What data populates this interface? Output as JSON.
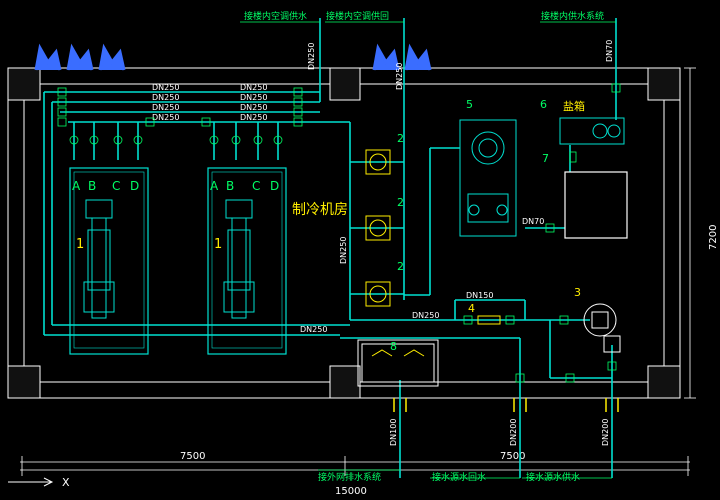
{
  "title": "制冷机房",
  "pipe_labels": {
    "top_supply": "接楼内空调供水",
    "top_return": "接楼内空调供回",
    "top_right": "接楼内供水系统",
    "bottom_drain": "接外网排水系统",
    "bottom_return": "接水源水回水",
    "bottom_supply": "接水源水供水"
  },
  "salt_box": "盐箱",
  "dims": {
    "left_span": "7500",
    "right_span": "7500",
    "total": "15000",
    "height": "7200",
    "x_axis": "X"
  },
  "dn": {
    "dn250": "DN250",
    "dn150": "DN150",
    "dn100": "DN100",
    "dn200": "DN200",
    "dn70": "DN70"
  },
  "chiller_ports": [
    "A",
    "B",
    "C",
    "D"
  ],
  "chiller_id": "1",
  "equipment_numbers": {
    "pump": "2",
    "tank5": "5",
    "salt6": "6",
    "softener7": "7",
    "pump3": "3",
    "filter4": "4",
    "sump8": "8"
  },
  "colors": {
    "pipe": "#00e0d0",
    "wall": "#ffffff",
    "text": "#00ff66",
    "equip_yellow": "#ffee00",
    "accent_blue": "#3a6dff"
  }
}
